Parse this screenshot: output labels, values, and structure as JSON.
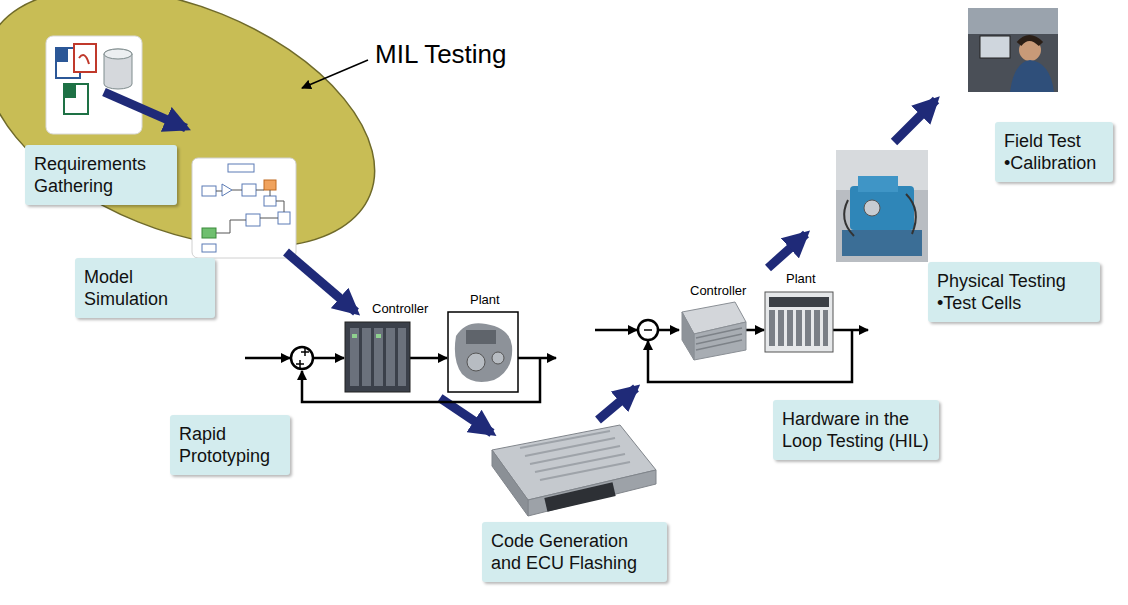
{
  "diagram": {
    "nodes": [
      {
        "text": [
          "Requirements Gathering"
        ]
      },
      {
        "text": [
          "Model Simulation"
        ]
      },
      {
        "text": [
          "Rapid Prototyping"
        ]
      },
      {
        "text": [
          "Code Generation and ECU Flashing"
        ]
      },
      {
        "text": [
          "Hardware in the Loop Testing (HIL)"
        ]
      },
      {
        "text": [
          "Physical Testing",
          "•Test Cells"
        ]
      },
      {
        "text": [
          "Field Test",
          "•Calibration"
        ]
      }
    ],
    "labels": [
      "MIL Testing",
      "Controller",
      "Plant",
      "Controller",
      "Plant"
    ]
  }
}
